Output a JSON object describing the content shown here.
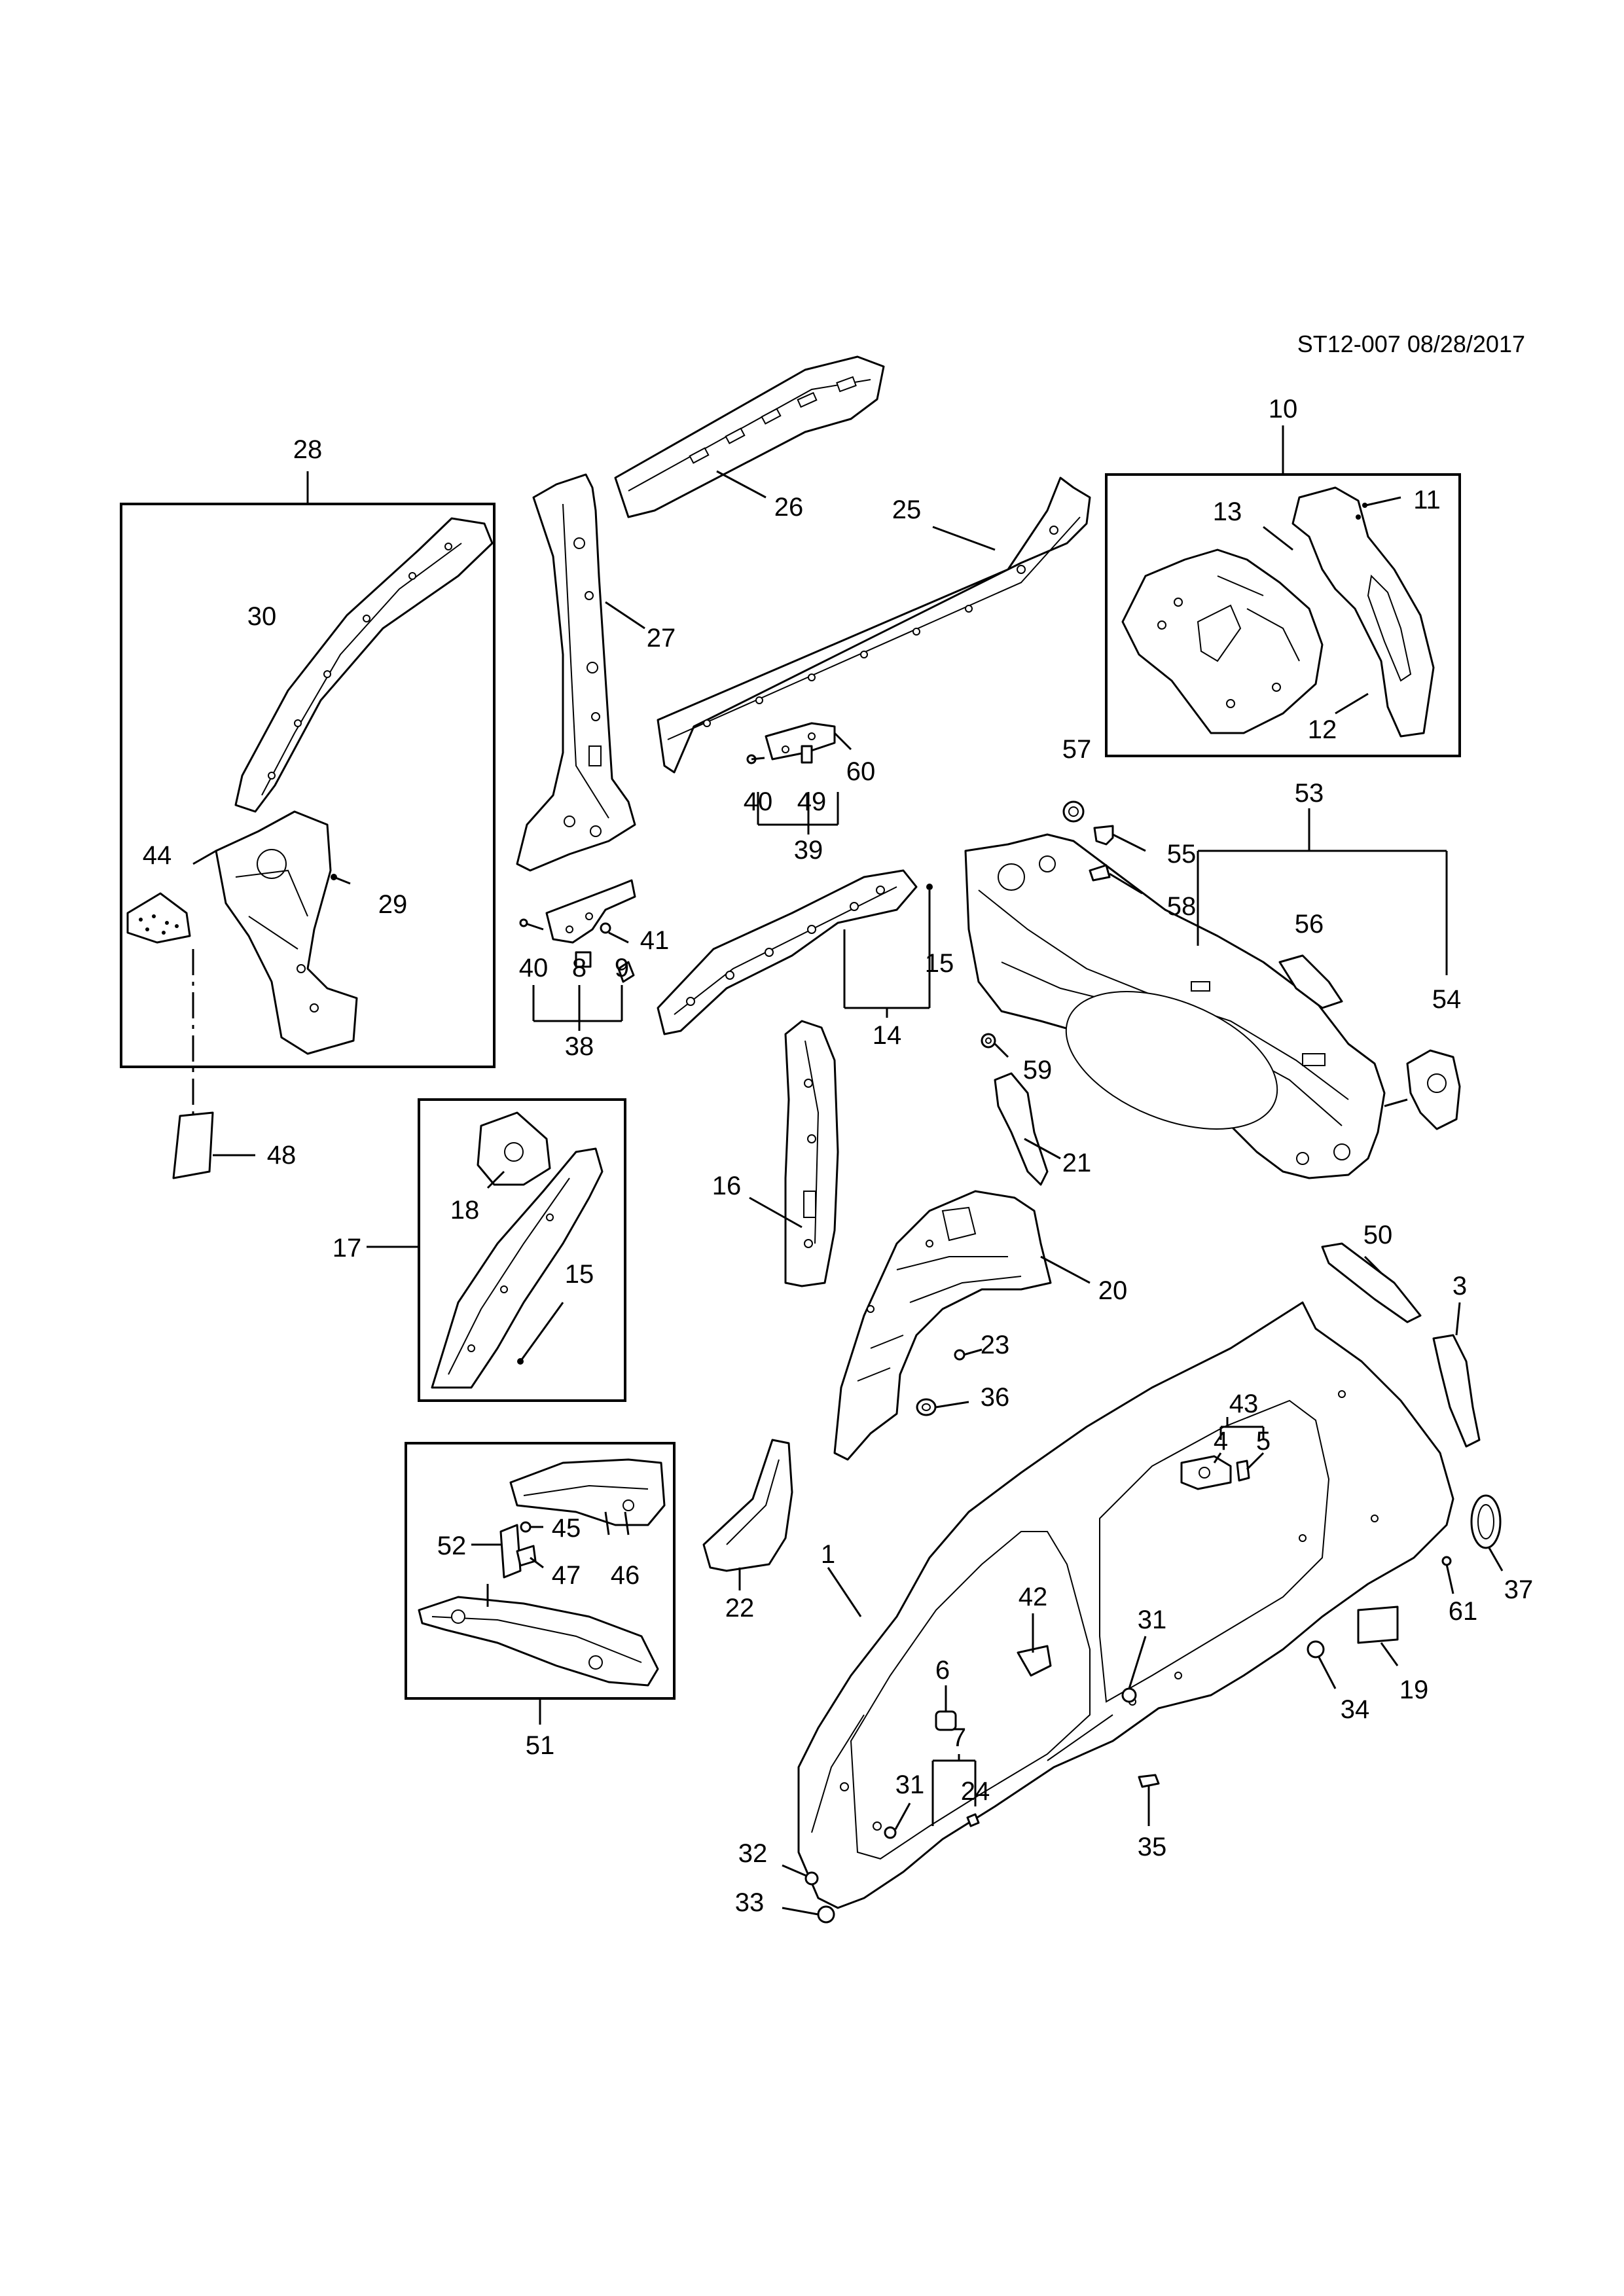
{
  "document": {
    "id": "ST12-007 08/28/2017"
  },
  "callouts": {
    "c1": "1",
    "c3": "3",
    "c4": "4",
    "c5": "5",
    "c6": "6",
    "c7": "7",
    "c8": "8",
    "c9": "9",
    "c10": "10",
    "c11": "11",
    "c12": "12",
    "c13": "13",
    "c14": "14",
    "c15a": "15",
    "c15b": "15",
    "c16": "16",
    "c17": "17",
    "c18": "18",
    "c19": "19",
    "c20": "20",
    "c21": "21",
    "c22": "22",
    "c23": "23",
    "c24": "24",
    "c25": "25",
    "c26": "26",
    "c27": "27",
    "c28": "28",
    "c29": "29",
    "c30": "30",
    "c31a": "31",
    "c31b": "31",
    "c32": "32",
    "c33": "33",
    "c34": "34",
    "c35": "35",
    "c36": "36",
    "c37": "37",
    "c38": "38",
    "c39": "39",
    "c40a": "40",
    "c40b": "40",
    "c41": "41",
    "c42": "42",
    "c43": "43",
    "c44": "44",
    "c45": "45",
    "c46": "46",
    "c47": "47",
    "c48": "48",
    "c49": "49",
    "c50": "50",
    "c51": "51",
    "c52": "52",
    "c53": "53",
    "c54": "54",
    "c55": "55",
    "c56": "56",
    "c57": "57",
    "c58": "58",
    "c59": "59",
    "c60": "60",
    "c61": "61"
  }
}
